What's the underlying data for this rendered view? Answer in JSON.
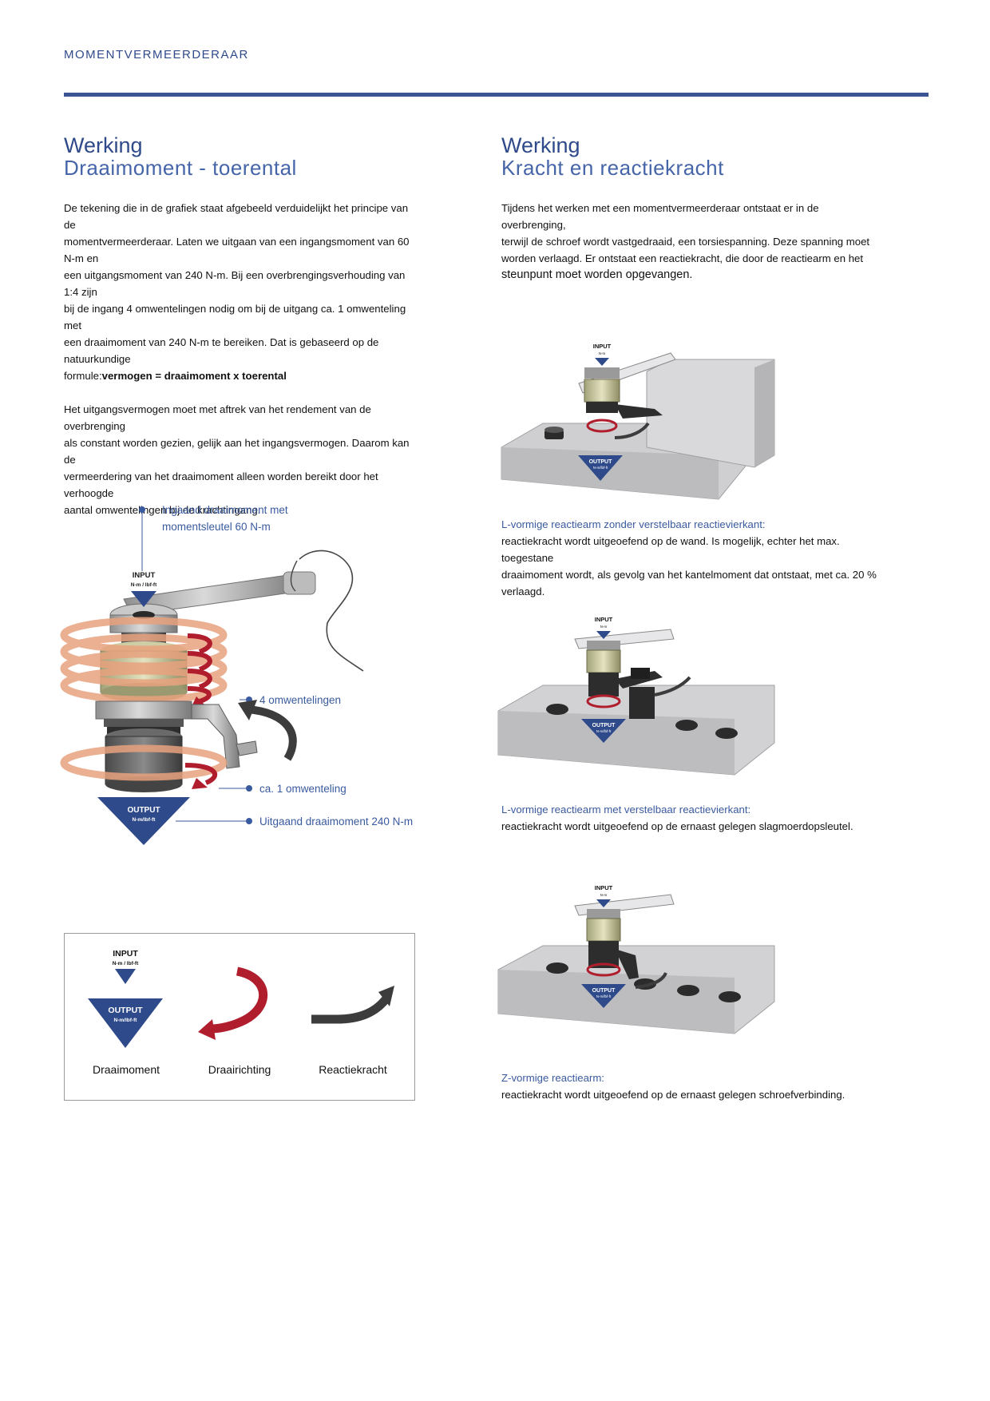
{
  "header": {
    "label": "MOMENTVERMEERDERAAR"
  },
  "left": {
    "title": "Werking",
    "subtitle": "Draaimoment - toerental",
    "para1_lines": [
      "De tekening die in de grafiek staat afgebeeld verduidelijkt het principe van de",
      "momentvermeerderaar. Laten we uitgaan van een ingangsmoment van 60 N-m en",
      "een uitgangsmoment van 240 N-m. Bij een overbrengingsverhouding van 1:4 zijn",
      "bij de ingang 4 omwentelingen nodig om bij de uitgang ca. 1 omwenteling met",
      "een draaimoment van 240 N-m te bereiken. Dat is gebaseerd op de natuurkundige"
    ],
    "para1_formula_prefix": "formule:",
    "para1_formula_bold": "vermogen = draaimoment x toerental",
    "para2_lines": [
      "Het uitgangsvermogen moet met aftrek van het rendement van de overbrenging",
      "als constant worden gezien, gelijk aan het ingangsvermogen. Daarom kan de",
      "vermeerdering van het draaimoment alleen worden bereikt door het verhoogde",
      "aantal omwentelingen bij de krachtingang."
    ],
    "diagram": {
      "callout_input_line1": "Ingaand draaimoment met",
      "callout_input_line2": "momentsleutel 60 N-m",
      "callout_rev4": "4 omwentelingen",
      "callout_rev1": "ca. 1 omwenteling",
      "callout_output": "Uitgaand draaimoment 240 N-m",
      "input_label": "INPUT",
      "input_unit": "N-m / lbf-ft",
      "output_label": "OUTPUT",
      "output_unit": "N-m/lbf-ft"
    },
    "legend": {
      "input_label": "INPUT",
      "input_unit": "N-m / lbf-ft",
      "output_label": "OUTPUT",
      "output_unit": "N-m/lbf-ft",
      "item1": "Draaimoment",
      "item2": "Draairichting",
      "item3": "Reactiekracht"
    }
  },
  "right": {
    "title": "Werking",
    "subtitle": "Kracht en reactiekracht",
    "intro_lines": [
      "Tijdens het werken met een momentvermeerderaar ontstaat er in de overbrenging,",
      "terwijl de schroef wordt vastgedraaid, een torsiespanning. Deze spanning moet",
      "worden verlaagd. Er ontstaat een reactiekracht, die door de reactiearm en het",
      "steunpunt moet worden opgevangen."
    ],
    "figures": [
      {
        "input_label": "INPUT",
        "input_unit": "N-m",
        "output_label": "OUTPUT",
        "output_unit": "N-m/lbf-ft",
        "caption_title": "L-vormige reactiearm zonder verstelbaar reactievierkant:",
        "caption_lines": [
          "reactiekracht wordt uitgeoefend op de wand. Is mogelijk, echter het max. toegestane",
          "draaimoment wordt, als gevolg van het kantelmoment dat ontstaat, met ca. 20 %",
          "verlaagd."
        ]
      },
      {
        "input_label": "INPUT",
        "input_unit": "N-m",
        "output_label": "OUTPUT",
        "output_unit": "N-m/lbf-ft",
        "caption_title": "L-vormige reactiearm met verstelbaar reactievierkant:",
        "caption_lines": [
          "reactiekracht wordt uitgeoefend op de ernaast gelegen slagmoerdopsleutel."
        ]
      },
      {
        "input_label": "INPUT",
        "input_unit": "N-m",
        "output_label": "OUTPUT",
        "output_unit": "N-m/lbf-ft",
        "caption_title": "Z-vormige reactiearm:",
        "caption_lines": [
          "reactiekracht wordt uitgeoefend op de ernaast gelegen schroefverbinding."
        ]
      }
    ]
  },
  "colors": {
    "brand_blue": "#3b5592",
    "text_blue": "#3a5a9f",
    "rotation_red": "#b01e2e",
    "reaction_gray": "#3c3c3c",
    "ring_orange": "#e8a27e"
  }
}
